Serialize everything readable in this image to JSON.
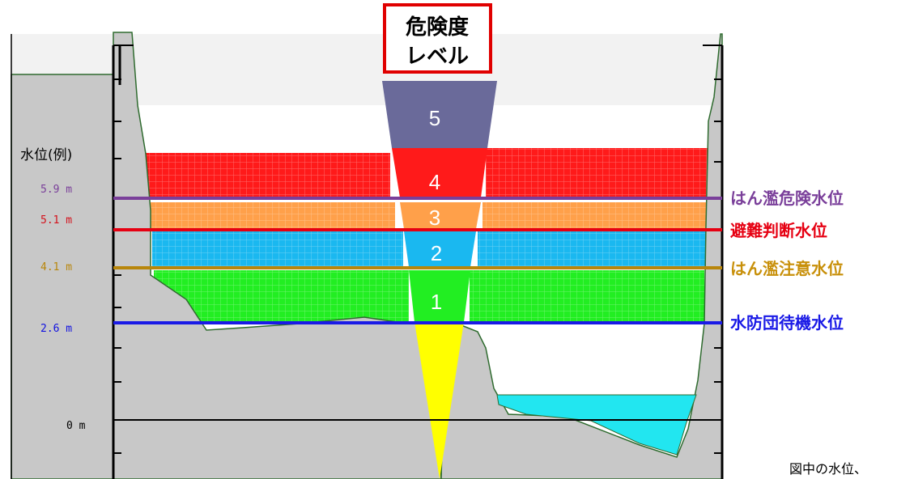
{
  "title": {
    "line1": "危険度",
    "line2": "レベル"
  },
  "axis_title": "水位(例)",
  "level_readings": [
    {
      "label": "5.9 m",
      "color": "#7a3f9a"
    },
    {
      "label": "5.1 m",
      "color": "#d4111b"
    },
    {
      "label": "4.1 m",
      "color": "#b8860b"
    },
    {
      "label": "2.6 m",
      "color": "#1010e0"
    },
    {
      "label": "0 m",
      "color": "#000000"
    }
  ],
  "level_names": [
    {
      "label": "はん濫危険水位",
      "color": "#7a3f9a"
    },
    {
      "label": "避難判断水位",
      "color": "#e60012"
    },
    {
      "label": "はん濫注意水位",
      "color": "#c8900a"
    },
    {
      "label": "水防団待機水位",
      "color": "#1a1ae6"
    }
  ],
  "danger_levels": [
    "5",
    "4",
    "3",
    "2",
    "1"
  ],
  "caption": "図中の水位、",
  "colors": {
    "level5": "#6a6a9a",
    "level4": "#ff1a1a",
    "level3": "#ffa04a",
    "level2": "#1ab8f0",
    "level1": "#22ee22",
    "funnel_tip": "#ffff00",
    "river_water": "#22e6f0",
    "ground": "#c8c8c8",
    "frame_red": "#e00000"
  }
}
